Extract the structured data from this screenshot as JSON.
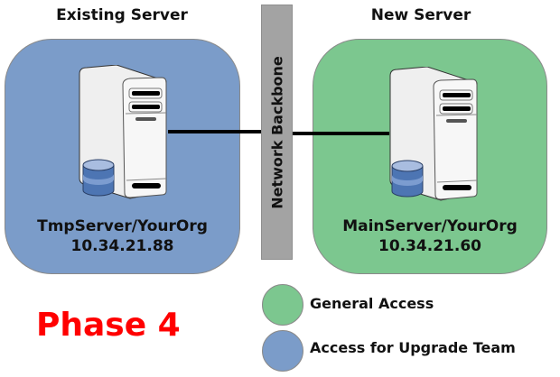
{
  "diagram": {
    "left_heading": "Existing Server",
    "right_heading": "New Server",
    "backbone_label": "Network Backbone",
    "existing_server": {
      "name": "TmpServer/YourOrg",
      "ip": "10.34.21.88",
      "zone_color": "#7b9cc9",
      "icon": "server-tower-icon",
      "db_icon": "database-icon"
    },
    "new_server": {
      "name": "MainServer/YourOrg",
      "ip": "10.34.21.60",
      "zone_color": "#7cc78f",
      "icon": "server-tower-icon",
      "db_icon": "database-icon"
    },
    "phase_label": "Phase 4",
    "phase_color": "#ff0000",
    "legend": [
      {
        "label": "General Access",
        "color": "#7cc78f"
      },
      {
        "label": "Access for Upgrade Team",
        "color": "#7b9cc9"
      }
    ]
  }
}
